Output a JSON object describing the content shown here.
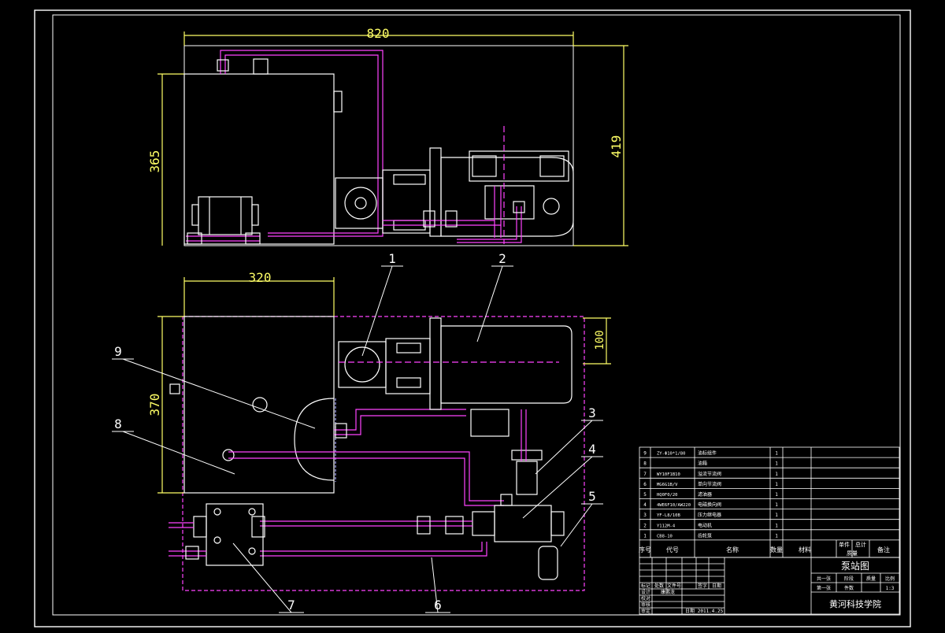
{
  "dimensions": {
    "top_width": "820",
    "top_height_left": "365",
    "top_height_right": "419",
    "plan_width": "320",
    "plan_height": "370",
    "plan_right": "100"
  },
  "balloons": [
    "1",
    "2",
    "3",
    "4",
    "5",
    "6",
    "7",
    "8",
    "9"
  ],
  "parts_list": {
    "rows": [
      {
        "no": "9",
        "code": "ZY-Φ10*1/80",
        "name": "油标组件",
        "qty": "1"
      },
      {
        "no": "8",
        "code": "",
        "name": "油箱",
        "qty": "1"
      },
      {
        "no": "7",
        "code": "WY10F1B10",
        "name": "溢流节流阀",
        "qty": "1"
      },
      {
        "no": "6",
        "code": "MG6G1B/V",
        "name": "单向节流阀",
        "qty": "1"
      },
      {
        "no": "5",
        "code": "HQ0F0/20",
        "name": "滤油器",
        "qty": "1"
      },
      {
        "no": "4",
        "code": "4WE6F10/AW220",
        "name": "电磁换向阀",
        "qty": "1"
      },
      {
        "no": "3",
        "code": "YF-L8/10B",
        "name": "压力继电器",
        "qty": "1"
      },
      {
        "no": "2",
        "code": "Y112M-4",
        "name": "电动机",
        "qty": "1"
      },
      {
        "no": "1",
        "code": "CB8-10",
        "name": "齿轮泵",
        "qty": "1"
      }
    ],
    "header": {
      "no": "序号",
      "code": "代号",
      "name": "名称",
      "qty": "数量",
      "mat": "材料",
      "unit": "单件",
      "total": "总计",
      "note": "备注",
      "mass": "质量"
    }
  },
  "title_block": {
    "drawing_title": "泵站图",
    "school": "黄河科技学院",
    "row_labels": [
      "标记",
      "处数",
      "文件号",
      "签字",
      "日期"
    ],
    "roles": [
      "设计",
      "校对",
      "审核",
      "审定"
    ],
    "designer": "康鹏龙",
    "date_label": "日期",
    "date_value": "2011.4.25",
    "sheet_total": "共一张",
    "sheet_no": "第一张",
    "stage_label": "阶段",
    "mass_label": "质量",
    "scale_label": "比例",
    "scale_value": "1:3",
    "part_label": "件数"
  }
}
